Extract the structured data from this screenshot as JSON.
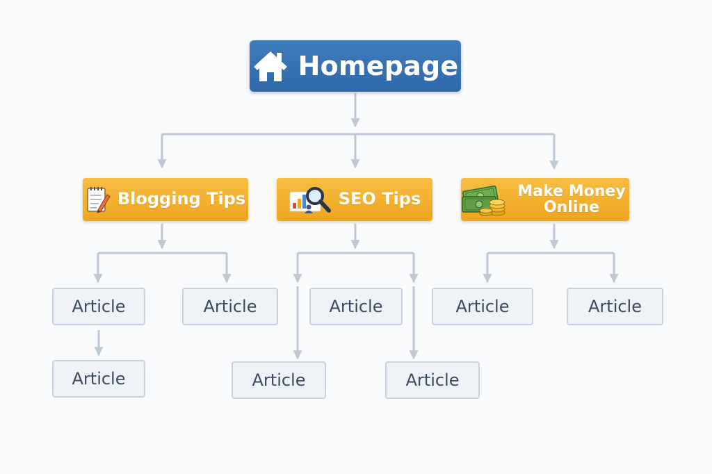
{
  "colors": {
    "background": "#f9fafc",
    "root_fill": "#3572b2",
    "category_fill": "#f2b02c",
    "article_fill": "#eef1f6",
    "article_border": "#c9d1df",
    "connector": "#c0c8d6"
  },
  "root": {
    "label": "Homepage",
    "icon": "house-icon"
  },
  "categories": [
    {
      "label": "Blogging Tips",
      "icon": "notepad-pencil-icon",
      "articles": [
        "Article",
        "Article",
        "Article"
      ]
    },
    {
      "label": "SEO Tips",
      "icon": "magnifier-chart-icon",
      "articles": [
        "Article",
        "Article",
        "Article"
      ]
    },
    {
      "label": "Make Money Online",
      "icon": "money-coins-icon",
      "articles": [
        "Article",
        "Article"
      ]
    }
  ]
}
